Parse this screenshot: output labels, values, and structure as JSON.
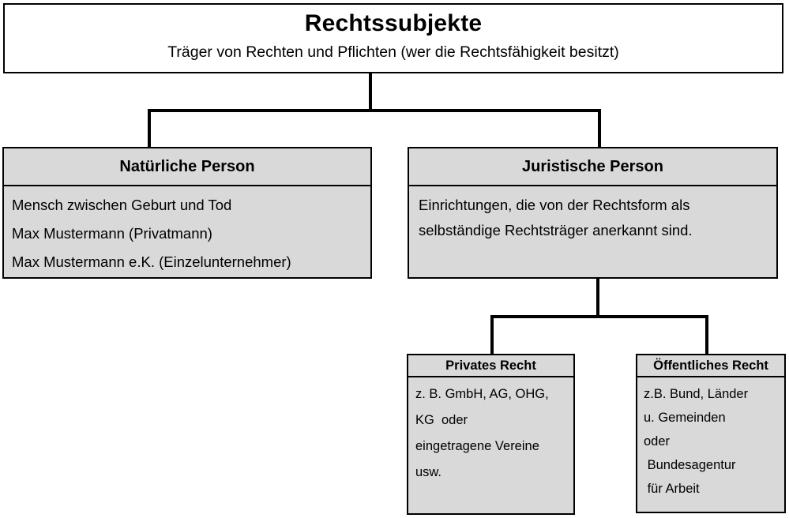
{
  "colors": {
    "background": "#ffffff",
    "node_fill": "#d9d9d9",
    "border": "#000000",
    "text": "#000000",
    "connector": "#000000"
  },
  "root": {
    "title": "Rechtssubjekte",
    "subtitle": "Träger von Rechten und Pflichten (wer die Rechtsfähigkeit besitzt)"
  },
  "nodes": {
    "natuerliche_person": {
      "title": "Natürliche Person",
      "lines": [
        "Mensch zwischen Geburt und Tod",
        "Max Mustermann (Privatmann)",
        "Max Mustermann e.K. (Einzelunternehmer)"
      ]
    },
    "juristische_person": {
      "title": "Juristische Person",
      "lines": [
        "Einrichtungen, die von der Rechtsform als",
        "selbständige Rechtsträger anerkannt sind."
      ]
    },
    "privates_recht": {
      "title": "Privates Recht",
      "lines": [
        "z. B. GmbH, AG, OHG,",
        "KG  oder",
        "eingetragene Vereine",
        "usw."
      ]
    },
    "oeffentliches_recht": {
      "title": "Öffentliches Recht",
      "lines": [
        "z.B. Bund, Länder",
        "u. Gemeinden",
        "oder",
        " Bundesagentur",
        " für Arbeit"
      ]
    }
  }
}
